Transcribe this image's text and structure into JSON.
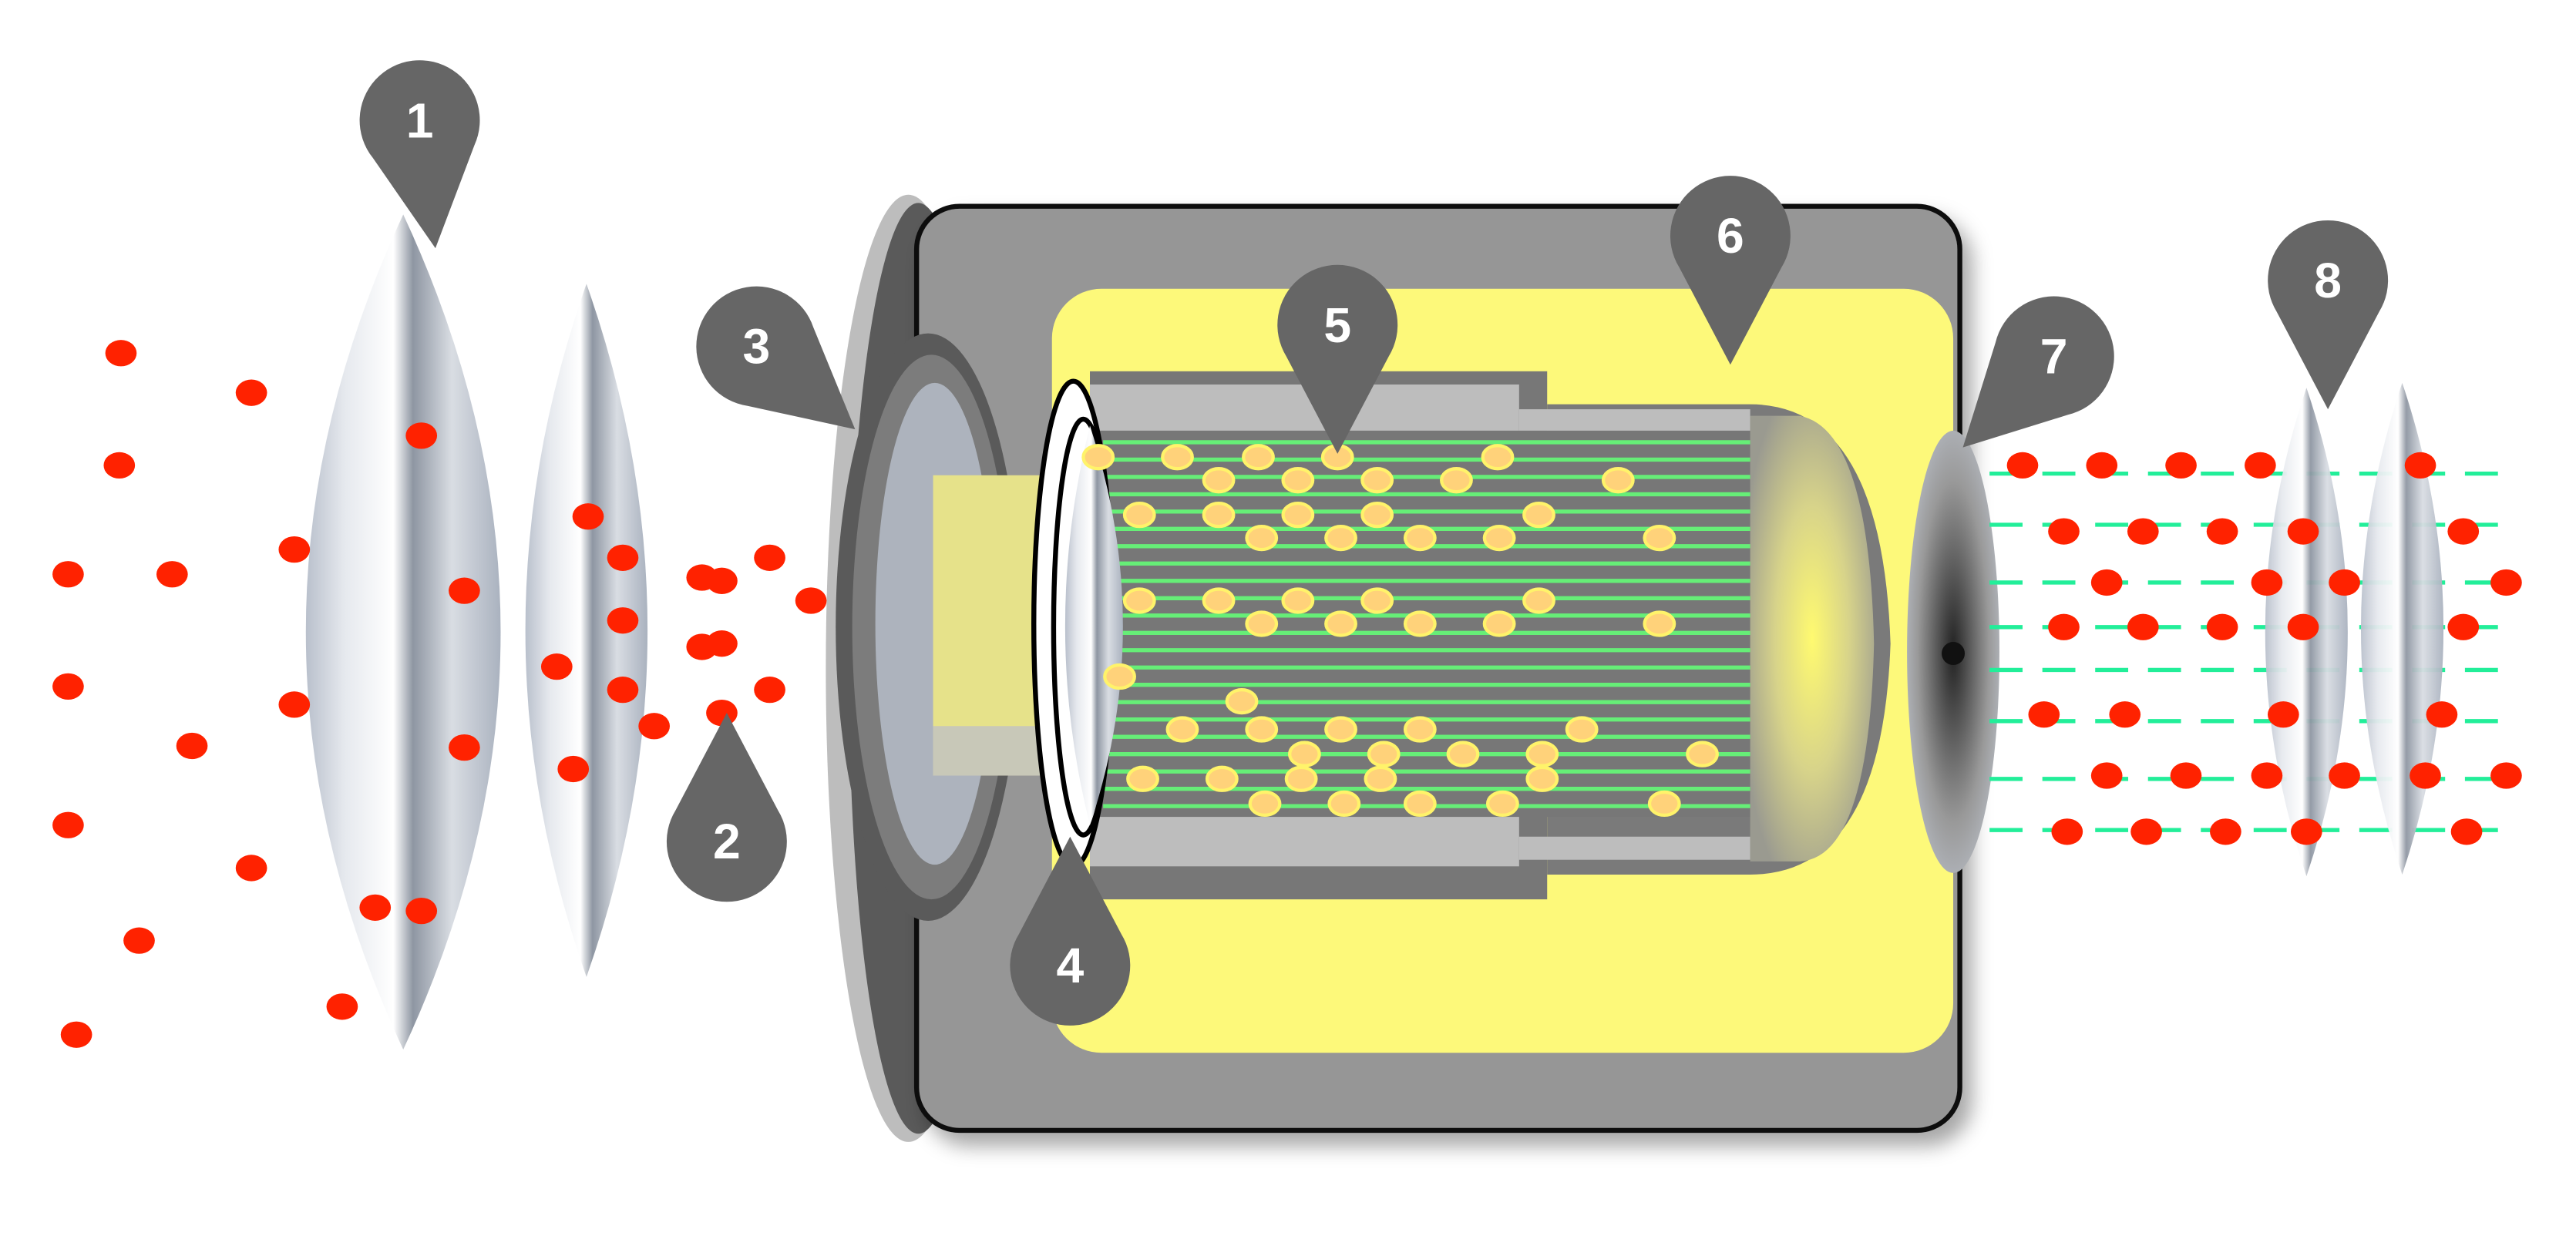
{
  "diagram": {
    "markers": [
      {
        "id": "marker-1",
        "label": "1"
      },
      {
        "id": "marker-2",
        "label": "2"
      },
      {
        "id": "marker-3",
        "label": "3"
      },
      {
        "id": "marker-4",
        "label": "4"
      },
      {
        "id": "marker-5",
        "label": "5"
      },
      {
        "id": "marker-6",
        "label": "6"
      },
      {
        "id": "marker-7",
        "label": "7"
      },
      {
        "id": "marker-8",
        "label": "8"
      }
    ],
    "colors": {
      "photon": "#ff2200",
      "electron": "#ffd27a",
      "electron_outline": "#fff36a",
      "fiber": "#66ee77",
      "output_beam": "#22ee99",
      "housing": "#969696",
      "phosphor_fill": "#fdf97a",
      "marker": "#666666"
    }
  }
}
